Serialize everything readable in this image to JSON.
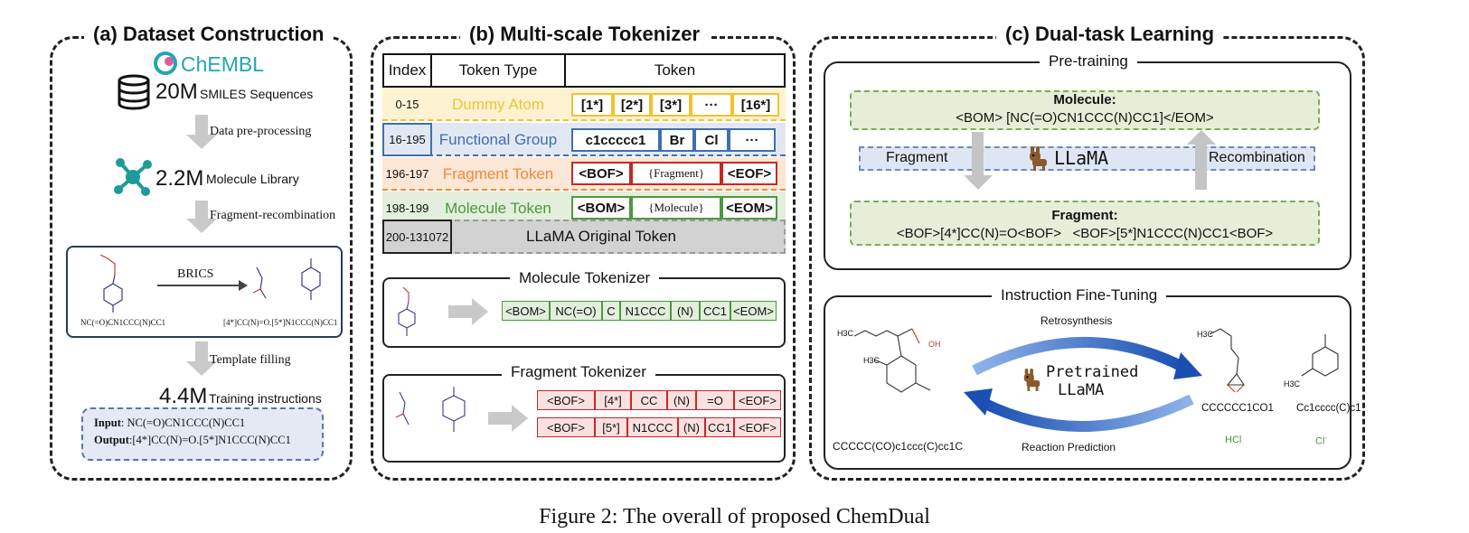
{
  "panel_a": {
    "title": "(a) Dataset Construction",
    "chembl": "ChEMBL",
    "count1": "20M",
    "count1_label": "SMILES  Sequences",
    "step1": "Data pre-processing",
    "count2": "2.2M",
    "count2_label": "Molecule Library",
    "step2": "Fragment-recombination",
    "brics": "BRICS",
    "smiles_in": "NC(=O)CN1CCC(N)CC1",
    "smiles_out": "[4*]CC(N)=O.[5*]N1CCC(N)CC1",
    "step3": "Template filling",
    "count3": "4.4M",
    "count3_label": "Training instructions",
    "input_label": "Input",
    "input_value": ": NC(=O)CN1CCC(N)CC1",
    "output_label": "Output",
    "output_value": ":[4*]CC(N)=O.[5*]N1CCC(N)CC1"
  },
  "panel_b": {
    "title": "(b) Multi-scale Tokenizer",
    "headers": [
      "Index",
      "Token Type",
      "Token"
    ],
    "rows": [
      {
        "index": "0-15",
        "type": "Dummy Atom",
        "tokens": [
          "[1*]",
          "[2*]",
          "[3*]",
          "···",
          "[16*]"
        ]
      },
      {
        "index": "16-195",
        "type": "Functional Group",
        "tokens": [
          "c1ccccc1",
          "Br",
          "Cl",
          "···"
        ]
      },
      {
        "index": "196-197",
        "type": "Fragment Token",
        "tokens": [
          "<BOF>",
          "{Fragment}",
          "<EOF>"
        ]
      },
      {
        "index": "198-199",
        "type": "Molecule Token",
        "tokens": [
          "<BOM>",
          "{Molecule}",
          "<EOM>"
        ]
      },
      {
        "index": "200-131072",
        "type": "LLaMA Original Token",
        "tokens": []
      }
    ],
    "mol_tok_title": "Molecule Tokenizer",
    "mol_tokens": [
      "<BOM>",
      "NC(=O)",
      "C",
      "N1CCC",
      "(N)",
      "CC1",
      "<EOM>"
    ],
    "frag_tok_title": "Fragment Tokenizer",
    "frag_tokens_1": [
      "<BOF>",
      "[4*]",
      "CC",
      "(N)",
      "=O",
      "<EOF>"
    ],
    "frag_tokens_2": [
      "<BOF>",
      "[5*]",
      "N1CCC",
      "(N)",
      "CC1",
      "<EOF>"
    ]
  },
  "panel_c": {
    "title": "(c) Dual-task Learning",
    "pretrain_title": "Pre-training",
    "molecule_label": "Molecule:",
    "molecule_value": "<BOM> [NC(=O)CN1CCC(N)CC1]</EOM>",
    "fragment_word": "Fragment",
    "llama": "LLaMA",
    "recombination": "Recombination",
    "fragment_label": "Fragment:",
    "fragment_value": "<BOF>[4*]CC(N)=O<BOF>   <BOF>[5*]N1CCC(N)CC1<BOF>",
    "ift_title": "Instruction Fine-Tuning",
    "retrosynthesis": "Retrosynthesis",
    "reaction_prediction": "Reaction Prediction",
    "pretrained_llama_1": "Pretrained",
    "pretrained_llama_2": "LLaMA",
    "smiles_left": "CCCCC(CO)c1ccc(C)cc1C",
    "smiles_right1": "CCCCCC1CO1",
    "smiles_right2": "Cc1cccc(C)c1",
    "hcl": "HCl",
    "cl": "Cl",
    "cl_charge": "-",
    "mol_label_oh": "OH",
    "mol_label_h3c": "H3C"
  },
  "caption": "Figure 2: The overall of proposed ChemDual",
  "colors": {
    "yellow": "#f2c230",
    "blue": "#3e6fb0",
    "orange": "#ee8a3c",
    "green": "#4a9a3c",
    "red": "#c62828",
    "grey_row": "#d2d2d2",
    "green_box": "#e6eed8",
    "blue_band": "#dfe6f3"
  }
}
